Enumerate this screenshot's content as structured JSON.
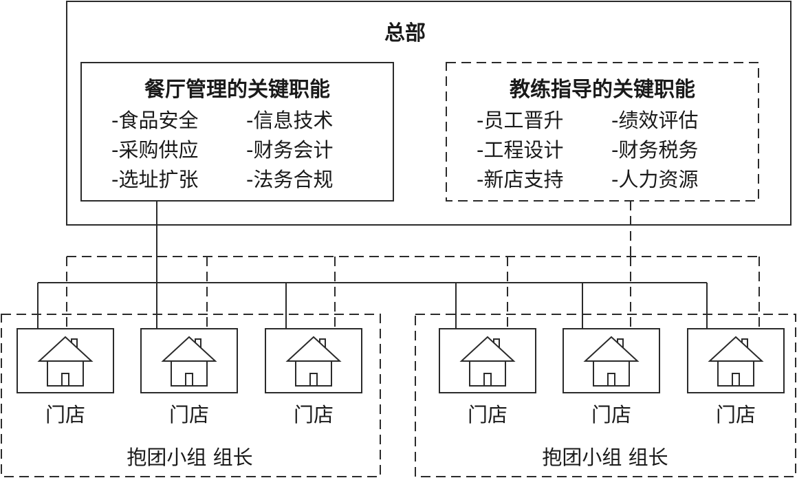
{
  "headquarters": {
    "title": "总部",
    "management": {
      "title": "餐厅管理的关键职能",
      "items": [
        "-食品安全",
        "-信息技术",
        "-采购供应",
        "-财务会计",
        "-选址扩张",
        "-法务合规"
      ]
    },
    "coaching": {
      "title": "教练指导的关键职能",
      "items": [
        "-员工晋升",
        "-绩效评估",
        "-工程设计",
        "-财务税务",
        "-新店支持",
        "-人力资源"
      ]
    }
  },
  "groups": [
    {
      "label": "抱团小组  组长",
      "stores": [
        "门店",
        "门店",
        "门店"
      ]
    },
    {
      "label": "抱团小组  组长",
      "stores": [
        "门店",
        "门店",
        "门店"
      ]
    }
  ]
}
